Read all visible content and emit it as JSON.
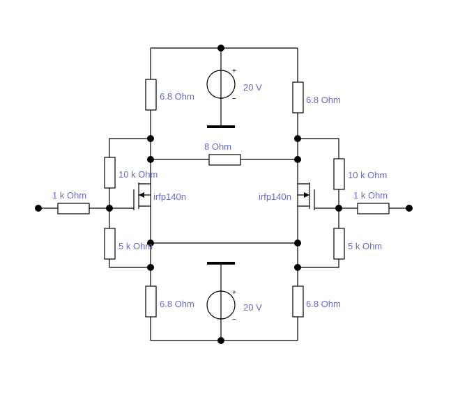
{
  "components": {
    "r_top_left": {
      "label": "6.8  Ohm"
    },
    "r_top_right": {
      "label": "6.8  Ohm"
    },
    "r_bot_left": {
      "label": "6.8  Ohm"
    },
    "r_bot_right": {
      "label": "6.8  Ohm"
    },
    "r_load": {
      "label": "8  Ohm"
    },
    "r_gate_top_left": {
      "label": "10 k Ohm"
    },
    "r_gate_top_right": {
      "label": "10 k Ohm"
    },
    "r_gate_bot_left": {
      "label": "5 k Ohm"
    },
    "r_gate_bot_right": {
      "label": "5 k Ohm"
    },
    "r_in_left": {
      "label": "1 k Ohm"
    },
    "r_in_right": {
      "label": "1 k Ohm"
    },
    "q_left": {
      "label": "irfp140n"
    },
    "q_right": {
      "label": "irfp140n"
    },
    "v_top": {
      "label": "20 V",
      "plus": "+",
      "minus": "−"
    },
    "v_bottom": {
      "label": "20 V",
      "plus": "+",
      "minus": "−"
    }
  },
  "colors": {
    "wire": "#000000",
    "label": "#6a6ac8"
  }
}
